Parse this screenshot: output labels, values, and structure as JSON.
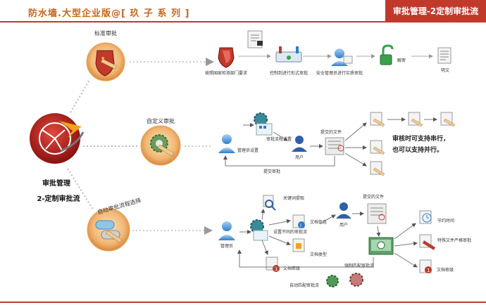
{
  "header": {
    "title": "防水墙.大型企业版@[ 玖 子 系 列 ]",
    "badge": "审批管理-2定制审批流"
  },
  "main": {
    "title_line1": "审批管理",
    "title_line2": "2-定制审批流"
  },
  "circles": {
    "standard": "标准审批",
    "custom": "自定义审批",
    "auto": "自动审批流程选择"
  },
  "row1": {
    "check": "按照国家检测部门要求",
    "control": "控制到进行形式审批",
    "security": "安全管理员进行实质审批",
    "decrypt": "解密",
    "plaintext": "明文"
  },
  "row2": {
    "flow_setting": "审批流程设置",
    "admin_setting": "管理员设置",
    "user": "用户",
    "submit_doc": "提交的文件",
    "submit_approval": "提交审批",
    "note_line1": "审核时可支持串行，",
    "note_line2": "也可以支持并行。"
  },
  "row3": {
    "keyword": "关键词提取",
    "admin": "管理员",
    "diff_flow": "设置不同的审批流",
    "doc_info": "文档信息",
    "doc_type": "文档类型",
    "doc_level": "文档密级",
    "user": "用户",
    "submit_doc": "提交的文件",
    "force_match": "强制匹配审批流",
    "auto_match": "自动匹配审批流",
    "save_time": "节约时间",
    "special_doc": "特殊文件严格审批",
    "doc_level2": "文档密级"
  }
}
